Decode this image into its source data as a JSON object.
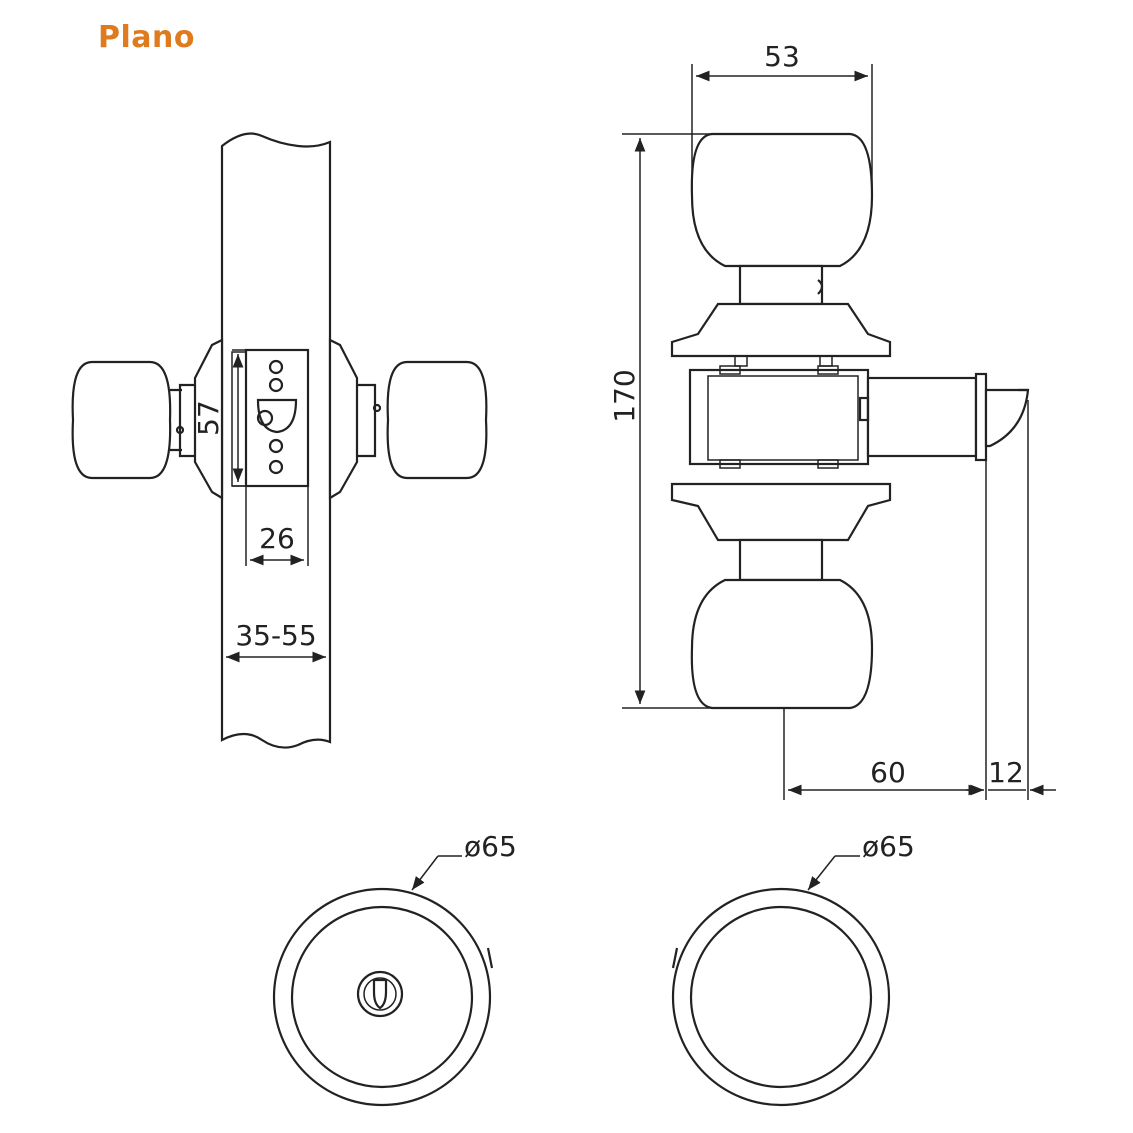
{
  "title": "Plano",
  "colors": {
    "title": "#e07a1f",
    "line": "#222222",
    "background": "#ffffff"
  },
  "dimensions": {
    "faceplate_height": "57",
    "faceplate_width": "26",
    "door_thickness": "35-55",
    "knob_diameter": "53",
    "total_height": "170",
    "backset": "60",
    "latch_projection": "12",
    "rose_diameter_key_side": "ø65",
    "rose_diameter_inner_side": "ø65"
  }
}
